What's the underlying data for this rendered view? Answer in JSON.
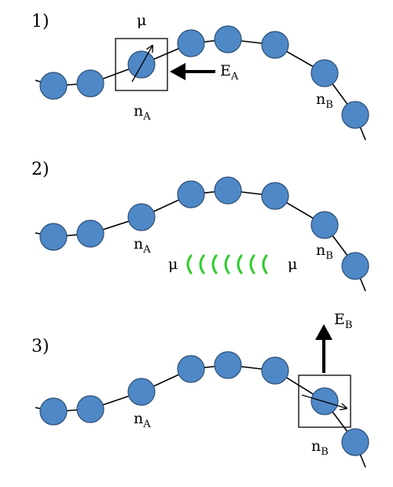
{
  "panels": [
    {
      "step": "1)",
      "labels": {
        "mu": "μ",
        "nA": "n",
        "nA_sub": "A",
        "nB": "n",
        "nB_sub": "B",
        "field": "E",
        "field_sub": "A"
      }
    },
    {
      "step": "2)",
      "labels": {
        "nA": "n",
        "nA_sub": "A",
        "nB": "n",
        "nB_sub": "B",
        "mu_left": "μ",
        "mu_right": "μ"
      }
    },
    {
      "step": "3)",
      "labels": {
        "nA": "n",
        "nA_sub": "A",
        "nB": "n",
        "nB_sub": "B",
        "field": "E",
        "field_sub": "B"
      }
    }
  ],
  "colors": {
    "bead_fill": "#4f88c6",
    "bead_stroke": "#2c4f77",
    "wave": "#2ecc2e",
    "line": "#000000"
  }
}
